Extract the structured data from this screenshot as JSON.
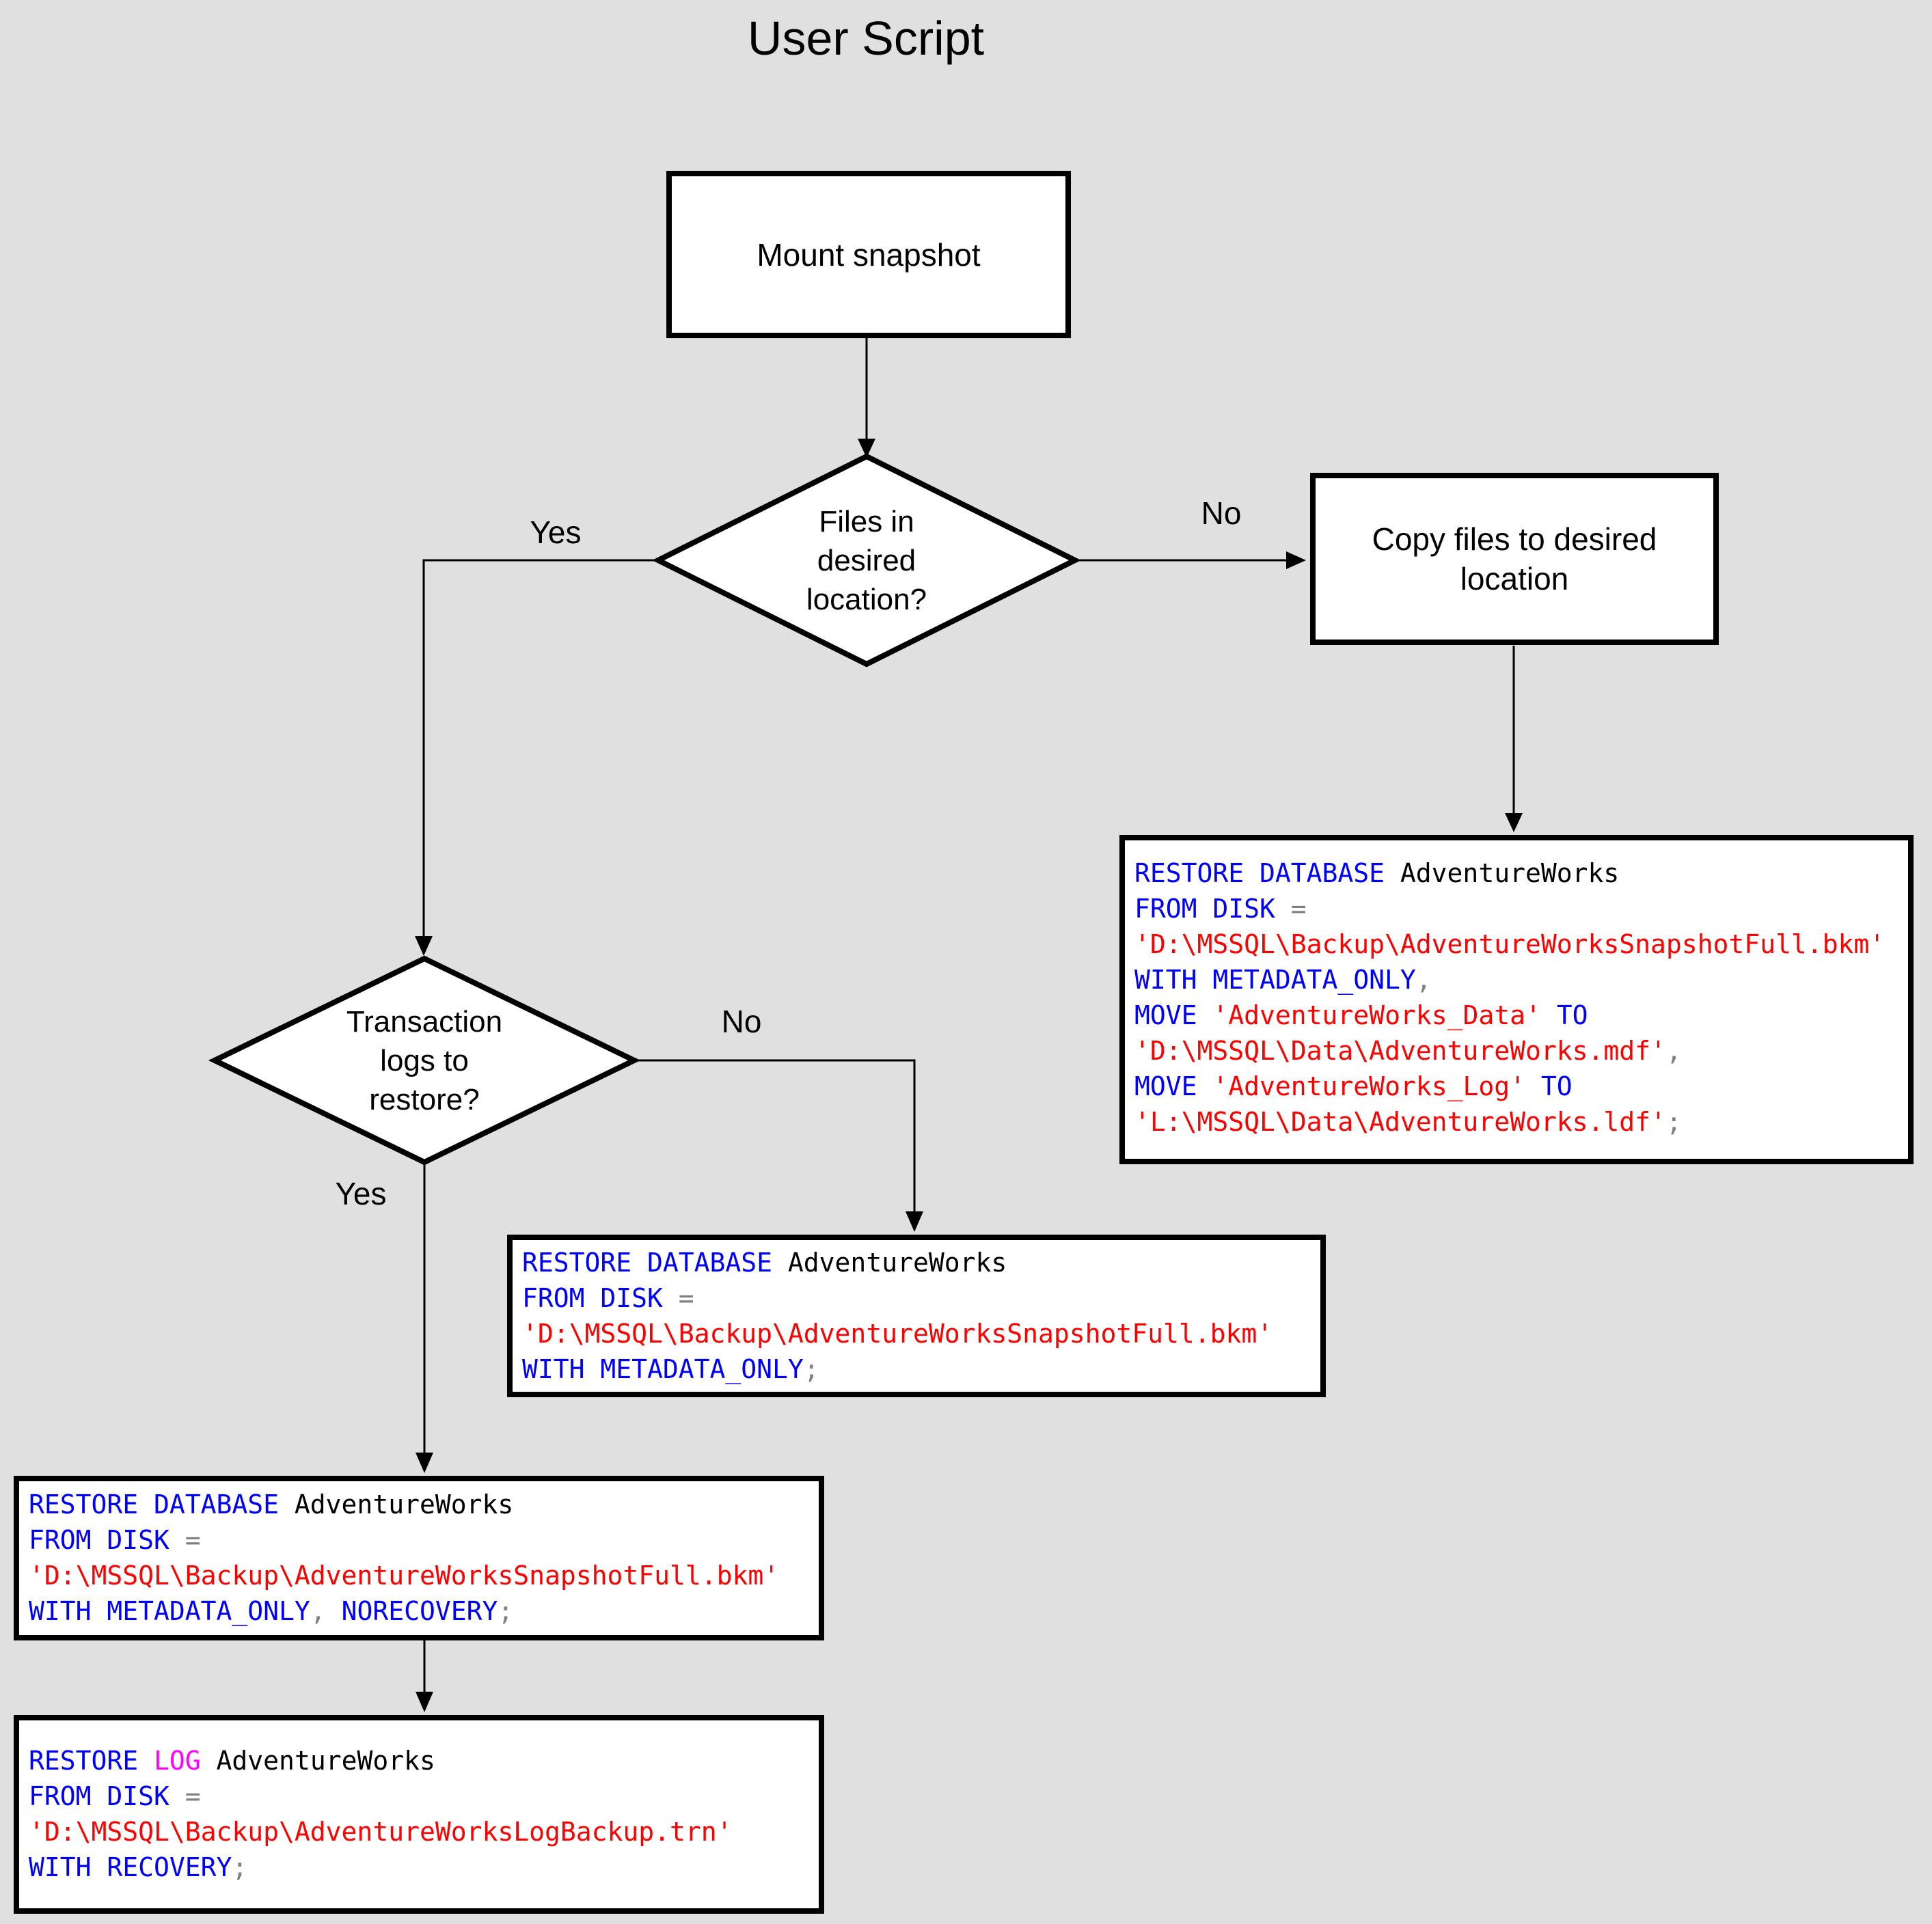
{
  "title": "User Script",
  "colors": {
    "background": "#E0E0E0",
    "shape_fill": "#FFFFFF",
    "shape_border": "#000000",
    "keyword": "#0000FF",
    "string": "#FF0000",
    "log_function": "#FF00FF",
    "operator": "#808080",
    "code_text": "#000000"
  },
  "shapes": {
    "mount_box": {
      "label": "Mount snapshot"
    },
    "decision_files": {
      "lines": [
        "Files in",
        "desired",
        "location?"
      ]
    },
    "copy_box": {
      "lines": [
        "Copy files to desired",
        "location"
      ]
    },
    "decision_logs": {
      "lines": [
        "Transaction",
        "logs to",
        "restore?"
      ]
    }
  },
  "edge_labels": {
    "files_yes": "Yes",
    "files_no": "No",
    "logs_yes": "Yes",
    "logs_no": "No"
  },
  "code_boxes": [
    {
      "name": "restore-database-with-move",
      "lines": [
        [
          {
            "text": "RESTORE DATABASE",
            "type": "keyword"
          },
          {
            "text": " AdventureWorks",
            "type": "plain"
          }
        ],
        [
          {
            "text": "FROM DISK",
            "type": "keyword"
          },
          {
            "text": " ",
            "type": "plain"
          },
          {
            "text": "=",
            "type": "operator"
          }
        ],
        [
          {
            "text": "'D:\\MSSQL\\Backup\\AdventureWorksSnapshotFull.bkm'",
            "type": "string"
          }
        ],
        [
          {
            "text": "WITH METADATA_ONLY",
            "type": "keyword"
          },
          {
            "text": ",",
            "type": "operator"
          }
        ],
        [
          {
            "text": "MOVE",
            "type": "keyword"
          },
          {
            "text": " ",
            "type": "plain"
          },
          {
            "text": "'AdventureWorks_Data'",
            "type": "string"
          },
          {
            "text": " ",
            "type": "plain"
          },
          {
            "text": "TO",
            "type": "keyword"
          }
        ],
        [
          {
            "text": "'D:\\MSSQL\\Data\\AdventureWorks.mdf'",
            "type": "string"
          },
          {
            "text": ",",
            "type": "operator"
          }
        ],
        [
          {
            "text": "MOVE",
            "type": "keyword"
          },
          {
            "text": " ",
            "type": "plain"
          },
          {
            "text": "'AdventureWorks_Log'",
            "type": "string"
          },
          {
            "text": " ",
            "type": "plain"
          },
          {
            "text": "TO",
            "type": "keyword"
          }
        ],
        [
          {
            "text": "'L:\\MSSQL\\Data\\AdventureWorks.ldf'",
            "type": "string"
          },
          {
            "text": ";",
            "type": "operator"
          }
        ]
      ]
    },
    {
      "name": "restore-database-metadata-only",
      "lines": [
        [
          {
            "text": "RESTORE DATABASE",
            "type": "keyword"
          },
          {
            "text": " AdventureWorks",
            "type": "plain"
          }
        ],
        [
          {
            "text": "FROM DISK",
            "type": "keyword"
          },
          {
            "text": " ",
            "type": "plain"
          },
          {
            "text": "=",
            "type": "operator"
          }
        ],
        [
          {
            "text": "'D:\\MSSQL\\Backup\\AdventureWorksSnapshotFull.bkm'",
            "type": "string"
          }
        ],
        [
          {
            "text": "WITH METADATA_ONLY",
            "type": "keyword"
          },
          {
            "text": ";",
            "type": "operator"
          }
        ]
      ]
    },
    {
      "name": "restore-database-norecovery",
      "lines": [
        [
          {
            "text": "RESTORE DATABASE",
            "type": "keyword"
          },
          {
            "text": " AdventureWorks",
            "type": "plain"
          }
        ],
        [
          {
            "text": "FROM DISK",
            "type": "keyword"
          },
          {
            "text": " ",
            "type": "plain"
          },
          {
            "text": "=",
            "type": "operator"
          }
        ],
        [
          {
            "text": "'D:\\MSSQL\\Backup\\AdventureWorksSnapshotFull.bkm'",
            "type": "string"
          }
        ],
        [
          {
            "text": "WITH METADATA_ONLY",
            "type": "keyword"
          },
          {
            "text": ",",
            "type": "operator"
          },
          {
            "text": " ",
            "type": "plain"
          },
          {
            "text": "NORECOVERY",
            "type": "keyword"
          },
          {
            "text": ";",
            "type": "operator"
          }
        ]
      ]
    },
    {
      "name": "restore-log-recovery",
      "lines": [
        [
          {
            "text": "RESTORE ",
            "type": "keyword"
          },
          {
            "text": "LOG",
            "type": "function"
          },
          {
            "text": " AdventureWorks",
            "type": "plain"
          }
        ],
        [
          {
            "text": "FROM DISK",
            "type": "keyword"
          },
          {
            "text": " ",
            "type": "plain"
          },
          {
            "text": "=",
            "type": "operator"
          }
        ],
        [
          {
            "text": "'D:\\MSSQL\\Backup\\AdventureWorksLogBackup.trn'",
            "type": "string"
          }
        ],
        [
          {
            "text": "WITH RECOVERY",
            "type": "keyword"
          },
          {
            "text": ";",
            "type": "operator"
          }
        ]
      ]
    }
  ]
}
